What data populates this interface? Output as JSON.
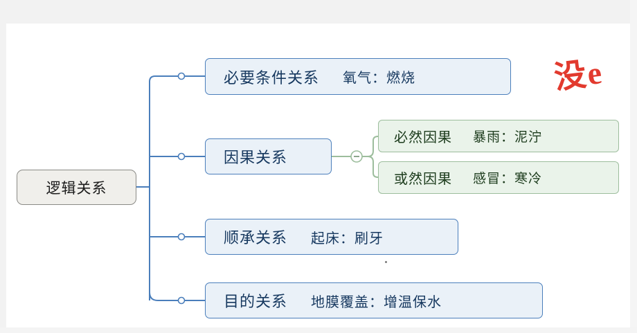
{
  "diagram": {
    "title": "逻辑关系",
    "root": {
      "label": "逻辑关系"
    },
    "branches": [
      {
        "id": "necessary-condition",
        "label": "必要条件关系",
        "example": "氧气：燃烧"
      },
      {
        "id": "causal",
        "label": "因果关系",
        "example": "",
        "children": [
          {
            "id": "inevitable-causal",
            "label": "必然因果",
            "example": "暴雨：泥泞"
          },
          {
            "id": "probable-causal",
            "label": "或然因果",
            "example": "感冒：寒冷"
          }
        ]
      },
      {
        "id": "sequential",
        "label": "顺承关系",
        "example": "起床：刷牙"
      },
      {
        "id": "purpose",
        "label": "目的关系",
        "example": "地膜覆盖：增温保水"
      }
    ],
    "annotation": "没e",
    "colors": {
      "blue_border": "#4a7ebb",
      "blue_fill": "#eaf1f8",
      "green_border": "#9cbd9c",
      "green_fill": "#eaf3ea",
      "root_border": "#8a8a86",
      "root_fill": "#f0efeb",
      "annotation": "#e23a2e",
      "connector": "#4a7ebb",
      "connector_green": "#9cbd9c"
    }
  }
}
